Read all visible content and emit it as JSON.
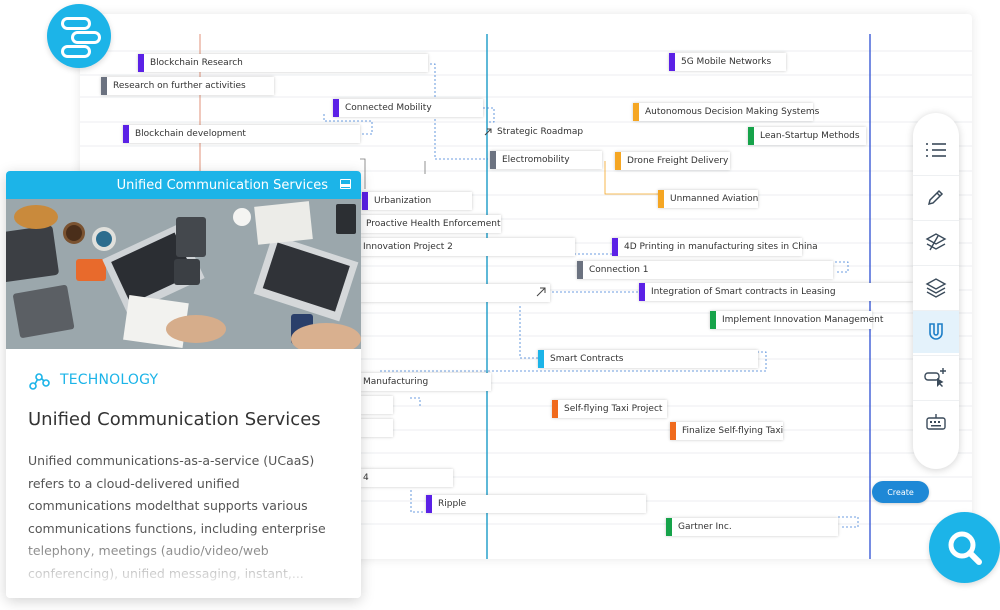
{
  "canvas": {
    "tasks": [
      {
        "label": "Blockchain Research",
        "color": "#5b21e6"
      },
      {
        "label": "Research on further activities",
        "color": "#6b7280"
      },
      {
        "label": "Connected Mobility",
        "color": "#5b21e6"
      },
      {
        "label": "Blockchain development",
        "color": "#5b21e6"
      },
      {
        "label": "Electromobility",
        "color": "#6b7280"
      },
      {
        "label": "Urbanization",
        "color": "#5b21e6"
      },
      {
        "label": "Proactive Health Enforcement",
        "color": ""
      },
      {
        "label": "Innovation Project 2",
        "color": ""
      },
      {
        "label": "5G Mobile Networks",
        "color": "#5b21e6"
      },
      {
        "label": "Autonomous Decision Making Systems",
        "color": "#f5a623"
      },
      {
        "label": "Lean-Startup Methods",
        "color": "#16a34a"
      },
      {
        "label": "Drone Freight Delivery",
        "color": "#f5a623"
      },
      {
        "label": "Unmanned Aviation",
        "color": "#f5a623"
      },
      {
        "label": "4D Printing in manufacturing sites in China",
        "color": "#5b21e6"
      },
      {
        "label": "Connection 1",
        "color": "#6b7280"
      },
      {
        "label": "Integration of Smart contracts in Leasing",
        "color": "#5b21e6"
      },
      {
        "label": "Implement Innovation Management",
        "color": "#16a34a"
      },
      {
        "label": "Smart Contracts",
        "color": "#1cb4e8"
      },
      {
        "label": "Manufacturing",
        "color": ""
      },
      {
        "label": "Self-flying Taxi Project",
        "color": "#f06a1d"
      },
      {
        "label": "Finalize Self-flying Taxi",
        "color": "#f06a1d"
      },
      {
        "label": "Ripple",
        "color": "#5b21e6"
      },
      {
        "label": "Gartner Inc.",
        "color": "#16a34a"
      },
      {
        "label": "4",
        "color": ""
      }
    ],
    "strategic_roadmap_label": "Strategic Roadmap",
    "create_label": "Create"
  },
  "toolbar": {
    "tools": [
      "list-icon",
      "pencil-icon",
      "layers-link-icon",
      "layers-icon",
      "magnet-icon",
      "add-cursor-icon",
      "keyboard-icon"
    ],
    "active_tool": "magnet-icon"
  },
  "card": {
    "header_title": "Unified Communication Services",
    "category": "TECHNOLOGY",
    "title": "Unified Communication Services",
    "description": "Unified communications-as-a-service (UCaaS) refers to a cloud-delivered unified communications modelthat supports various communications functions, including enterprise telephony, meetings (audio/video/web conferencing), unified messaging, instant,..."
  },
  "colors": {
    "brand": "#1cb4e8",
    "create_button": "#1e88d6",
    "timeline_line": "#1a9bc7",
    "today_line": "#d97757",
    "right_line": "#3b5bd6"
  }
}
